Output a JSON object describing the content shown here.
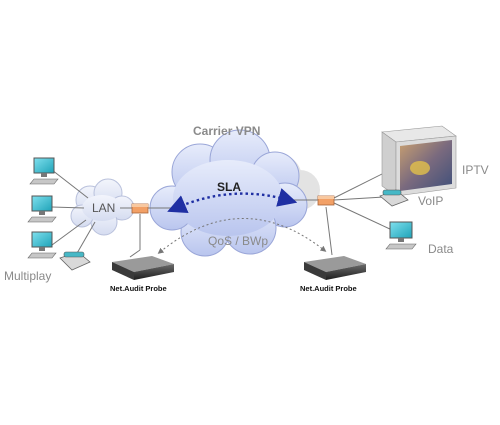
{
  "diagram": {
    "carrier_vpn": "Carrier VPN",
    "sla": "SLA",
    "qos": "QoS / BWp",
    "lan": "LAN",
    "multiplay": "Multiplay",
    "probe_left": "Net.Audit Probe",
    "probe_right": "Net.Audit Probe",
    "iptv": "IPTV",
    "voip": "VoIP",
    "data": "Data"
  },
  "colors": {
    "cloud_fill": "#cfd8f4",
    "cloud_stroke": "#9aa6d8",
    "sla_arrow": "#1f2fa3",
    "qos_arrow": "#777777",
    "label_gray": "#8a8a8a",
    "monitor_teal": "#39b7c9",
    "router_orange": "#f2a066"
  }
}
